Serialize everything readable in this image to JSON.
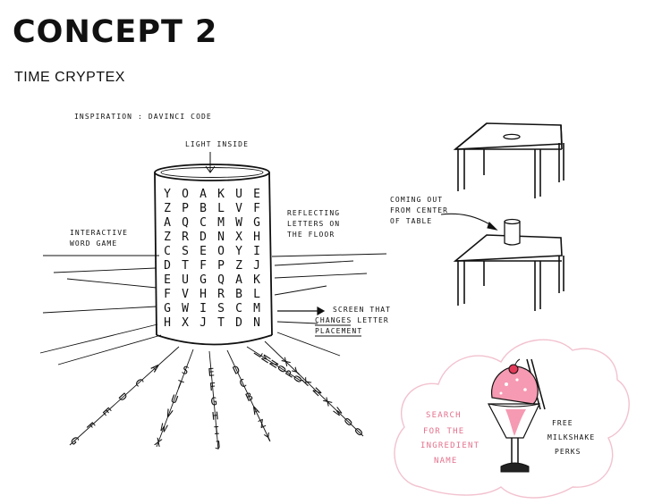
{
  "header": {
    "title": "CONCEPT 2",
    "subtitle": "TIME CRYPTEX"
  },
  "annotations": {
    "inspiration": "INSPIRATION : DAVINCI CODE",
    "light_inside": "LIGHT INSIDE",
    "interactive": [
      "INTERACTIVE",
      "WORD GAME"
    ],
    "reflecting": [
      "REFLECTING",
      "LETTERS ON",
      "THE FLOOR"
    ],
    "screen": [
      "SCREEN THAT",
      "CHANGES LETTER",
      "PLACEMENT"
    ],
    "coming_out": [
      "COMING OUT",
      "FROM CENTER",
      "OF TABLE"
    ],
    "search": [
      "SEARCH",
      "FOR THE",
      "INGREDIENT",
      "NAME"
    ],
    "free": [
      "FREE",
      "MILKSHAKE",
      "PERKS"
    ]
  },
  "cryptex_grid": [
    [
      "Y",
      "O",
      "A",
      "K",
      "U",
      "E"
    ],
    [
      "Z",
      "P",
      "B",
      "L",
      "V",
      "F"
    ],
    [
      "A",
      "Q",
      "C",
      "M",
      "W",
      "G"
    ],
    [
      "Z",
      "R",
      "D",
      "N",
      "X",
      "H"
    ],
    [
      "C",
      "S",
      "E",
      "O",
      "Y",
      "I"
    ],
    [
      "D",
      "T",
      "F",
      "P",
      "Z",
      "J"
    ],
    [
      "E",
      "U",
      "G",
      "Q",
      "A",
      "K"
    ],
    [
      "F",
      "V",
      "H",
      "R",
      "B",
      "L"
    ],
    [
      "G",
      "W",
      "I",
      "S",
      "C",
      "M"
    ],
    [
      "H",
      "X",
      "J",
      "T",
      "D",
      "N"
    ]
  ],
  "projected_letters": [
    [
      "A",
      "C",
      "D",
      "E",
      "F",
      "G"
    ],
    [
      "S",
      "T",
      "U",
      "V",
      "W",
      "X"
    ],
    [
      "E",
      "F",
      "G",
      "H",
      "I",
      "J"
    ],
    [
      "D",
      "C",
      "B",
      "A",
      "Z",
      "Y"
    ],
    [
      "L",
      "M",
      "N",
      "O",
      "P",
      "Q"
    ],
    [
      "X",
      "Y",
      "K",
      "N",
      "X",
      "W",
      "O",
      "O"
    ]
  ],
  "colors": {
    "ink": "#111111",
    "pink": "#e3718c",
    "cloud": "#f2c2cf",
    "scoop": "#f59ab2",
    "cherry": "#e23b5a"
  }
}
